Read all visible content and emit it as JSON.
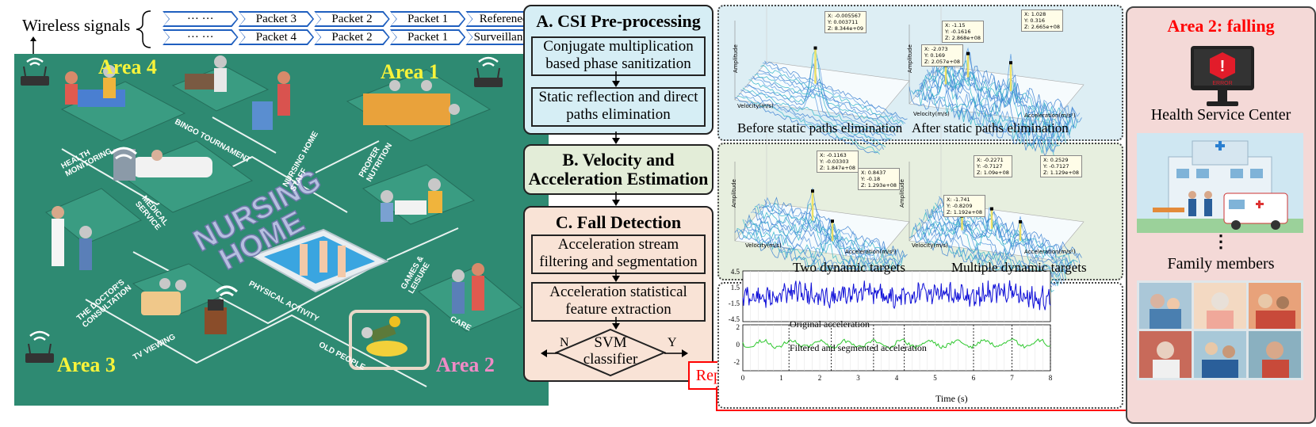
{
  "wireless": {
    "label": "Wireless signals",
    "row1": [
      "··· ···",
      "Packet 3",
      "Packet 2",
      "Packet 1",
      "Referenec"
    ],
    "row2": [
      "··· ···",
      "Packet 4",
      "Packet 2",
      "Packet 1",
      "Surveillance"
    ]
  },
  "scene": {
    "areas": [
      "Area 4",
      "Area 1",
      "Area 3",
      "Area 2"
    ],
    "title_lines": [
      "NURSING",
      "HOME"
    ],
    "labels": [
      "HEALTH MONITORING",
      "BINGO TOURNAMENT",
      "NURSING HOME STAFF",
      "PROPER NUTRITION",
      "MEDICAL SERVICE",
      "GAMES & LEISURE",
      "THE DOCTOR'S CONSULTATION",
      "PHYSICAL ACTIVITY",
      "TV VIEWING",
      "OLD PEOPLE",
      "CARE"
    ]
  },
  "pipeline": {
    "a_title": "A. CSI Pre-processing",
    "a_box1": [
      "Conjugate multiplication",
      "based phase sanitization"
    ],
    "a_box2": [
      "Static reflection and direct",
      "paths elimination"
    ],
    "b_title": [
      "B.  Velocity and",
      "Acceleration Estimation"
    ],
    "c_title": "C. Fall Detection",
    "c_box1": [
      "Acceleration stream",
      "filtering and segmentation"
    ],
    "c_box2": [
      "Acceleration statistical",
      "feature extraction"
    ],
    "svm": [
      "SVM",
      "classifier"
    ],
    "n": "N",
    "y": "Y",
    "report": "Report"
  },
  "plots": {
    "cap1": "Before static paths elimination",
    "cap2": "After static paths elimination",
    "cap3": "Two  dynamic targets",
    "cap4": "Multiple  dynamic targets",
    "amp": "Amplitude",
    "vel": "Velocity(m/s)",
    "acc": "Acceleration(m/s²)",
    "tip1": [
      "X: -0.005567",
      "Y: 0.003711",
      "Z: 8.344e+09"
    ],
    "tip2a": [
      "X: -1.15",
      "Y: -0.1616",
      "Z: 2.868e+08"
    ],
    "tip2b": [
      "X: 1.028",
      "Y: 0.316",
      "Z: 2.665e+08"
    ],
    "tip2c": [
      "X: -2.073",
      "Y: 0.169",
      "Z: 2.057e+08"
    ],
    "tip3a": [
      "X: -0.1163",
      "Y: -0.03303",
      "Z: 1.847e+08"
    ],
    "tip3b": [
      "X: 0.8437",
      "Y: -0.18",
      "Z: 1.293e+08"
    ],
    "tip4a": [
      "X: -0.2271",
      "Y: -0.7127",
      "Z: 1.09e+08"
    ],
    "tip4b": [
      "X: 0.2529",
      "Y: -0.7127",
      "Z: 1.129e+08"
    ],
    "tip4c": [
      "X: -1.741",
      "Y: -0.8209",
      "Z: 1.192e+08"
    ],
    "orig": "Original acceleration",
    "filt": "Filtered and segmented acceleration",
    "time": "Time (s)",
    "yt1": [
      "4.5",
      "1.5",
      "-1.5",
      "-4.5"
    ],
    "yt2": [
      "2",
      "0",
      "-2"
    ],
    "xt": [
      "0",
      "1",
      "2",
      "3",
      "4",
      "5",
      "6",
      "7",
      "8"
    ]
  },
  "right": {
    "title": "Area 2: falling",
    "error": "ERROR",
    "hsc": "Health Service Center",
    "dots": "⋮",
    "family": "Family members"
  },
  "colors": {
    "accent_red": "#ff0000",
    "area_yellow": "#f7f33a",
    "area_pink": "#f08ac6",
    "sec_a": "#d6eef5",
    "sec_b": "#e3edd8",
    "sec_c": "#f9e3d6"
  }
}
